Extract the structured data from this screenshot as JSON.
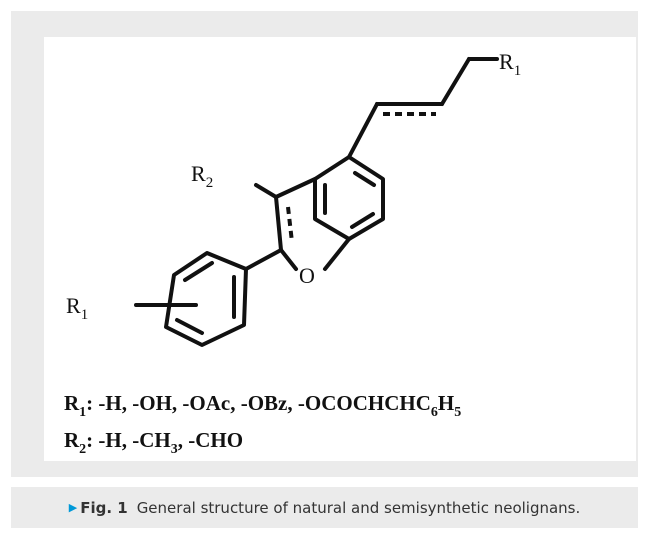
{
  "figure": {
    "structure": {
      "substituent_labels": {
        "r1_side_chain": {
          "main": "R",
          "sub": "1"
        },
        "r2": {
          "main": "R",
          "sub": "2"
        },
        "r1_aryl": {
          "main": "R",
          "sub": "1"
        },
        "ring_oxygen": "O"
      },
      "definitions": [
        {
          "parts": [
            {
              "text": "R",
              "sub": false
            },
            {
              "text": "1",
              "sub": true
            },
            {
              "text": ": -H, -OH, -OAc, -OBz, -OCOCHCHC",
              "sub": false
            },
            {
              "text": "6",
              "sub": true
            },
            {
              "text": "H",
              "sub": false
            },
            {
              "text": "5",
              "sub": true
            }
          ]
        },
        {
          "parts": [
            {
              "text": "R",
              "sub": false
            },
            {
              "text": "2",
              "sub": true
            },
            {
              "text": ": -H, -CH",
              "sub": false
            },
            {
              "text": "3",
              "sub": true
            },
            {
              "text": ", -CHO",
              "sub": false
            }
          ]
        }
      ]
    },
    "caption": {
      "marker": "▶",
      "label": "Fig. 1",
      "text": "General structure of natural and semisynthetic neolignans."
    },
    "colors": {
      "panel_background": "#ebebeb",
      "marker": "#0099d8",
      "caption_text": "#333333"
    }
  }
}
